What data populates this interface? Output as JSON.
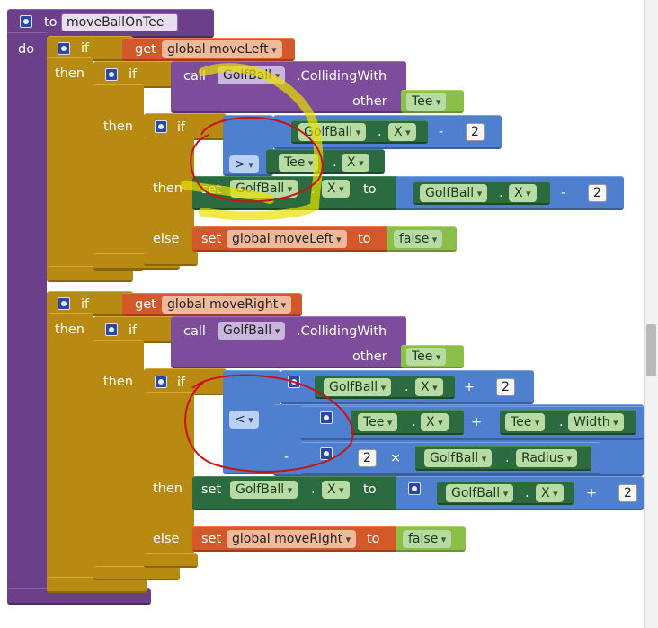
{
  "procedure": {
    "keyword": "to",
    "name": "moveBallOnTee",
    "do": "do"
  },
  "labels": {
    "if": "if",
    "then": "then",
    "else": "else",
    "get": "get",
    "set": "set",
    "to": "to",
    "call": "call",
    "other": "other"
  },
  "block1": {
    "condition_var": "global moveLeft",
    "call_component": "GolfBall",
    "call_method": ".CollidingWith",
    "other_component": "Tee",
    "cmp_op": ">",
    "lhs_component": "GolfBall",
    "lhs_prop": "X",
    "lhs_op": "-",
    "lhs_num": "2",
    "rhs_component": "Tee",
    "rhs_prop": "X",
    "set_component": "GolfBall",
    "set_prop": "X",
    "val_component": "GolfBall",
    "val_prop": "X",
    "val_op": "-",
    "val_num": "2",
    "else_var": "global moveLeft",
    "else_value": "false"
  },
  "block2": {
    "condition_var": "global moveRight",
    "call_component": "GolfBall",
    "call_method": ".CollidingWith",
    "other_component": "Tee",
    "cmp_op": "<",
    "lhs_component": "GolfBall",
    "lhs_prop": "X",
    "lhs_op": "+",
    "lhs_num": "2",
    "rhs1_component": "Tee",
    "rhs1_prop": "X",
    "rhs_plus": "+",
    "rhs2_component": "Tee",
    "rhs2_prop": "Width",
    "minus": "-",
    "mul_num": "2",
    "mul_op": "×",
    "mul_component": "GolfBall",
    "mul_prop": "Radius",
    "set_component": "GolfBall",
    "set_prop": "X",
    "val_component": "GolfBall",
    "val_prop": "X",
    "val_op": "+",
    "val_num": "2",
    "else_var": "global moveRight",
    "else_value": "false"
  },
  "dot": ".",
  "colors": {
    "procedure": "#6b3f8a",
    "control": "#b98a12",
    "component_call": "#7d4d9b",
    "math": "#4f7fcf",
    "component_set": "#2c6b3f",
    "variable": "#d4592a",
    "logic": "#8bbf4a",
    "annotation_red": "#cc1111",
    "annotation_yellow": "#e8e000"
  }
}
